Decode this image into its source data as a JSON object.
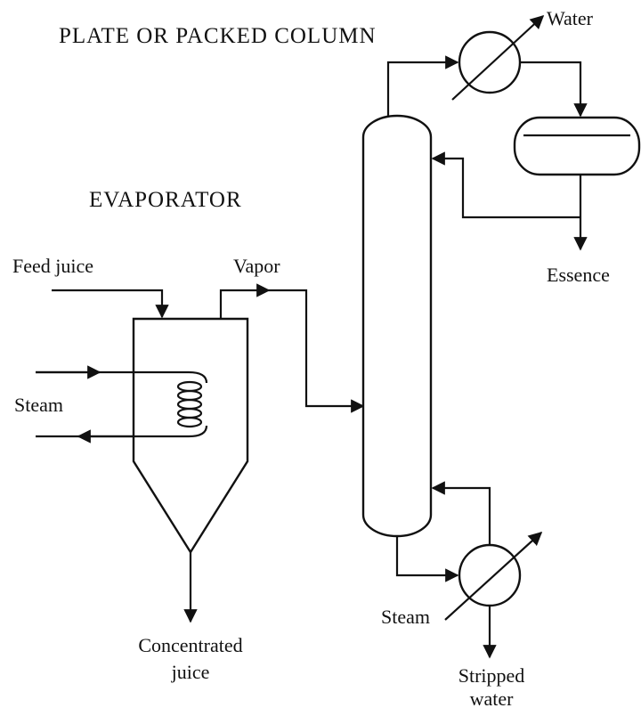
{
  "labels": {
    "column_title": "PLATE OR PACKED COLUMN",
    "evaporator_title": "EVAPORATOR",
    "feed": "Feed juice",
    "vapor": "Vapor",
    "steam_evaporator": "Steam",
    "concentrated_line1": "Concentrated",
    "concentrated_line2": "juice",
    "water": "Water",
    "essence": "Essence",
    "steam_reboiler": "Steam",
    "stripped_line1": "Stripped",
    "stripped_line2": "water"
  },
  "colors": {
    "ink": "#111111",
    "background": "#ffffff"
  }
}
